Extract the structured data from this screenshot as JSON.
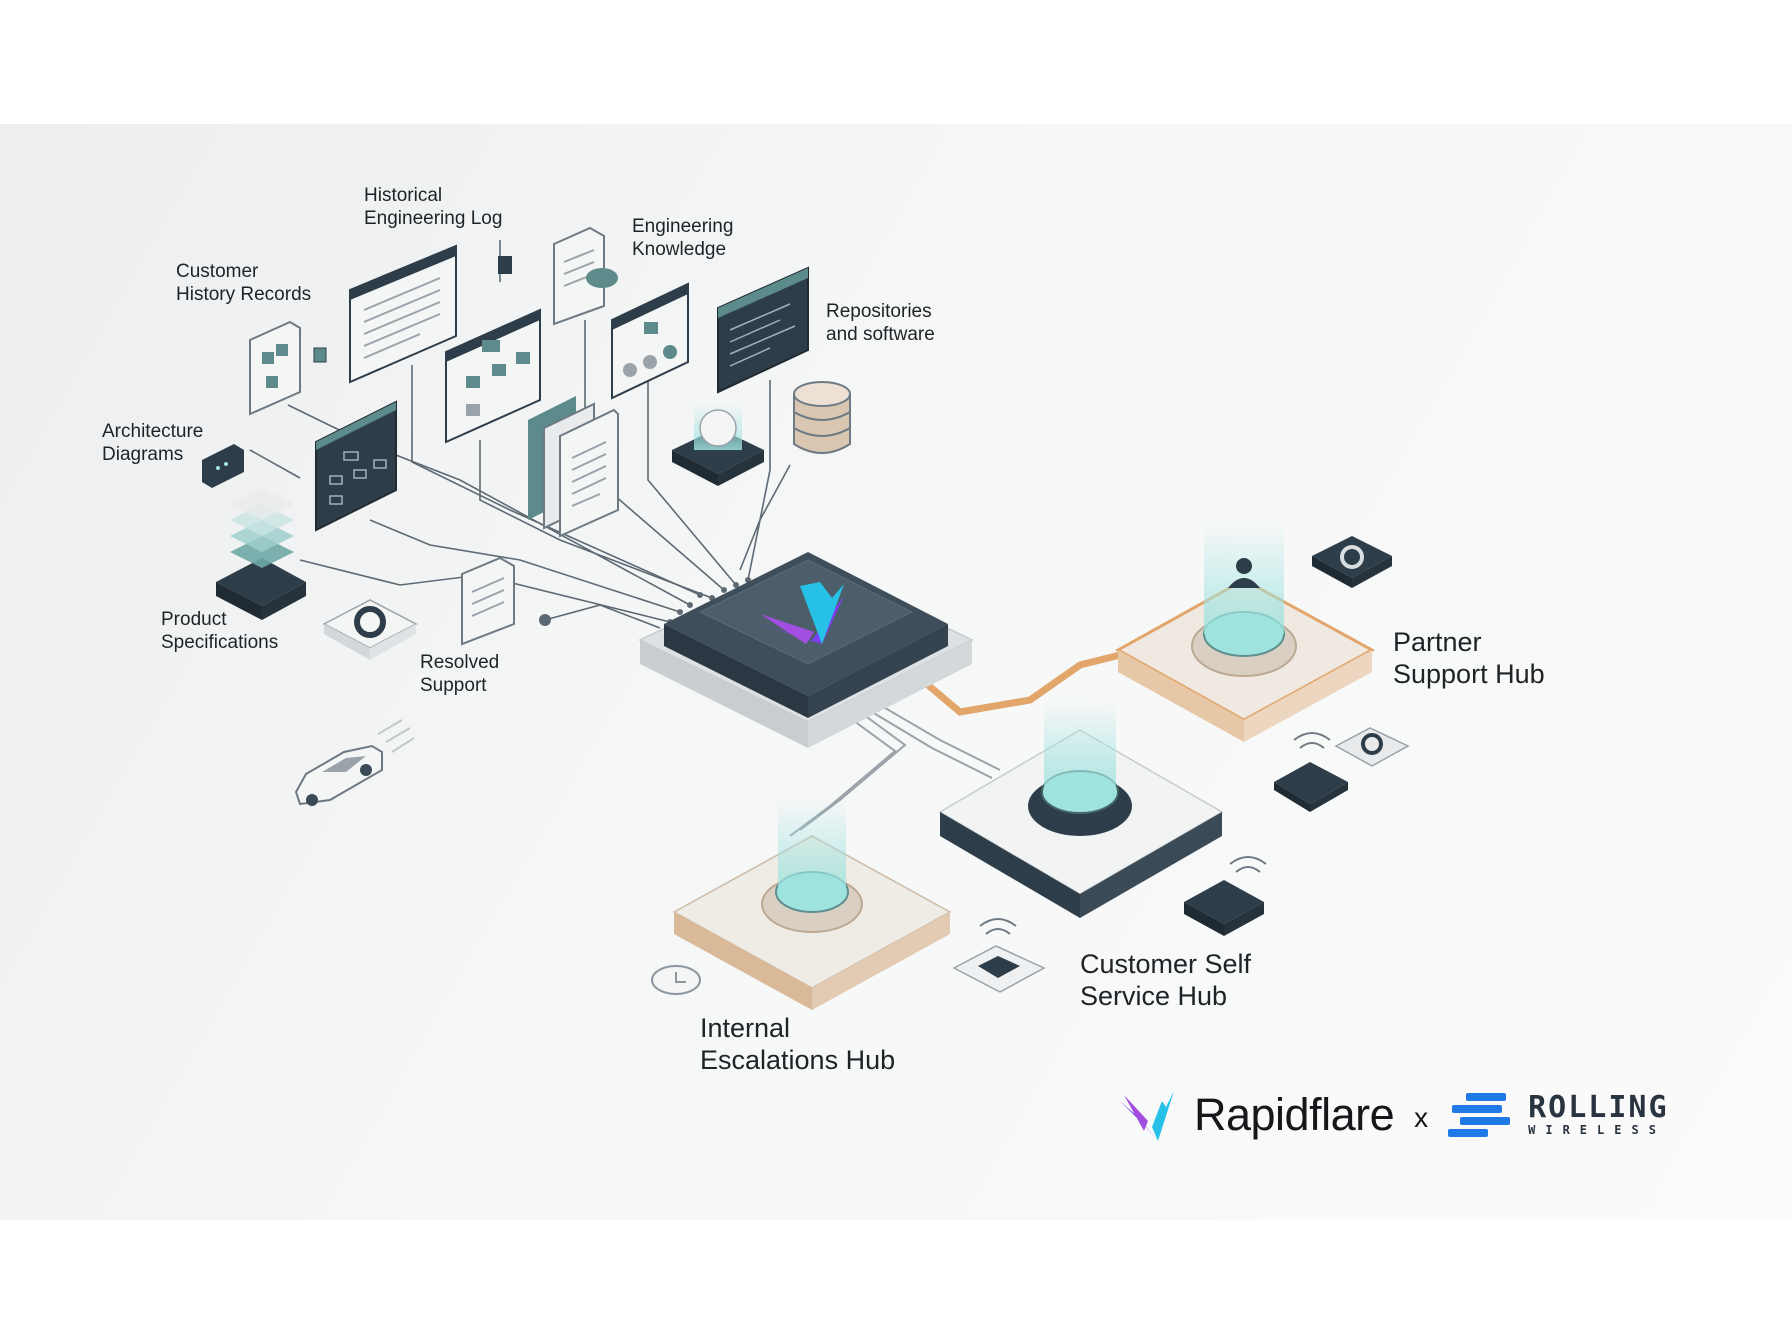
{
  "sources": {
    "historical_log": [
      "Historical",
      "Engineering Log"
    ],
    "customer_history": [
      "Customer",
      "History Records"
    ],
    "engineering_knowledge": [
      "Engineering",
      "Knowledge"
    ],
    "repositories": [
      "Repositories",
      "and software"
    ],
    "architecture": [
      "Architecture",
      "Diagrams"
    ],
    "product_specs": [
      "Product",
      "Specifications"
    ],
    "resolved_support": [
      "Resolved",
      "Support"
    ]
  },
  "hubs": {
    "partner": [
      "Partner",
      "Support Hub"
    ],
    "customer_self": [
      "Customer Self",
      "Service Hub"
    ],
    "internal": [
      "Internal",
      "Escalations Hub"
    ]
  },
  "branding": {
    "partner_a": "Rapidflare",
    "separator": "x",
    "partner_b_top": "ROLLING",
    "partner_b_bottom": "WIRELESS"
  },
  "colors": {
    "dark_slate": "#2e3d4a",
    "teal_glow": "#9fe3df",
    "orange_link": "#e3a66a",
    "rapidflare_gradient": [
      "#7b3ff2",
      "#27c1e8"
    ],
    "rolling_blue": "#1f7ae8"
  },
  "icons": [
    "rapidflare-logo-icon",
    "rolling-wireless-logo-icon",
    "gear-icon",
    "user-icon",
    "database-icon",
    "document-icon",
    "chip-icon",
    "wifi-icon",
    "car-icon",
    "clock-icon"
  ]
}
